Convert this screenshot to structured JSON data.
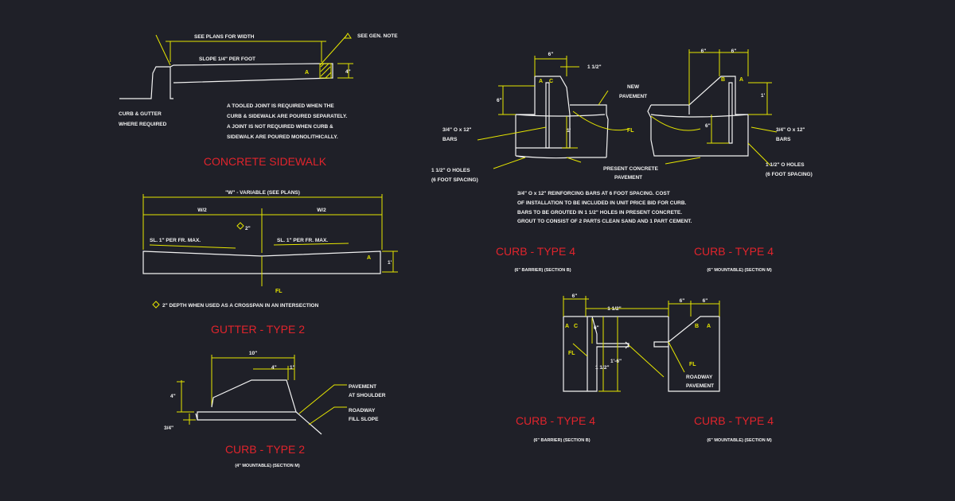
{
  "colors": {
    "background": "#1f2028",
    "linework": "#f2f2f2",
    "dimension": "#e6e600",
    "title": "#e0242c"
  },
  "sidewalk": {
    "title": "CONCRETE SIDEWALK",
    "dim_width": "SEE PLANS FOR WIDTH",
    "note_ref": "SEE GEN. NOTE",
    "slope": "SLOPE 1/4\" PER FOOT",
    "thickness": "4\"",
    "mark_a": "A",
    "curb_label_1": "CURB & GUTTER",
    "curb_label_2": "WHERE REQUIRED",
    "note_lines": [
      "A TOOLED JOINT IS REQUIRED WHEN THE",
      "CURB & SIDEWALK ARE POURED SEPARATELY.",
      "A JOINT IS NOT REQUIRED WHEN CURB &",
      "SIDEWALK ARE POURED MONOLITHICALLY."
    ]
  },
  "gutter": {
    "title": "GUTTER - TYPE 2",
    "dim_total": "\"W\" - VARIABLE (SEE PLANS)",
    "dim_half_left": "W/2",
    "dim_half_right": "W/2",
    "slope_left": "SL. 1\" PER FR. MAX.",
    "slope_right": "SL. 1\" PER FR. MAX.",
    "crown": "2\"",
    "depth": "1'",
    "mark_a": "A",
    "flowline": "FL",
    "note": "2\" DEPTH WHEN USED AS A CROSSPAN IN AN INTERSECTION"
  },
  "curb2": {
    "title": "CURB - TYPE 2",
    "subtitle": "(4\" MOUNTABLE) (SECTION M)",
    "dim_top": "10\"",
    "dim_a": "4\"",
    "dim_b": "1\"",
    "dim_height": "4\"",
    "dim_base": "3/4\"",
    "label_pave_1": "PAVEMENT",
    "label_pave_2": "AT SHOULDER",
    "label_road_1": "ROADWAY",
    "label_road_2": "FILL SLOPE"
  },
  "curb4_upper": {
    "left_dim_a": "6\"",
    "left_dim_b": "1 1/2\"",
    "left_height": "6\"",
    "left_depth": "1'",
    "right_dim_a": "6\"",
    "right_dim_b": "6\"",
    "right_height": "1'",
    "right_depth": "6\"",
    "mark_a": "A",
    "mark_b": "B",
    "mark_c": "C",
    "new_pavement_1": "NEW",
    "new_pavement_2": "PAVEMENT",
    "present_concrete_1": "PRESENT CONCRETE",
    "present_concrete_2": "PAVEMENT",
    "flowline": "FL",
    "bars_left_1": "3/4\" O x 12\"",
    "bars_left_2": "BARS",
    "holes_left_1": "1 1/2\" O HOLES",
    "holes_left_2": "(6 FOOT SPACING)",
    "bars_right_1": "3/4\" O x 12\"",
    "bars_right_2": "BARS",
    "holes_right_1": "1 1/2\" O HOLES",
    "holes_right_2": "(6 FOOT SPACING)",
    "note_lines": [
      "3/4\" O x 12\" REINFORCING BARS AT 6 FOOT SPACING. COST",
      "OF INSTALLATION TO BE INCLUDED IN UNIT PRICE BID FOR CURB.",
      "BARS TO BE GROUTED IN 1 1/2\" HOLES IN PRESENT CONCRETE.",
      "GROUT TO CONSIST OF 2 PARTS CLEAN SAND AND 1 PART CEMENT."
    ],
    "title_left": "CURB - TYPE 4",
    "subtitle_left": "(6\" BARRIER) (SECTION B)",
    "title_right": "CURB - TYPE 4",
    "subtitle_right": "(6\" MOUNTABLE) (SECTION M)"
  },
  "curb4_lower": {
    "left_dim_a": "6\"",
    "left_dim_b": "1 1/2\"",
    "left_h1": "6\"",
    "left_h2": "1 1/2\"",
    "left_h3": "1'-6\"",
    "right_dim_a": "6\"",
    "right_dim_b": "6\"",
    "mark_a": "A",
    "mark_b": "B",
    "mark_c": "C",
    "flowline": "FL",
    "roadway_1": "ROADWAY",
    "roadway_2": "PAVEMENT",
    "title_left": "CURB - TYPE 4",
    "subtitle_left": "(6\" BARRIER) (SECTION B)",
    "title_right": "CURB - TYPE 4",
    "subtitle_right": "(6\" MOUNTABLE) (SECTION M)"
  }
}
